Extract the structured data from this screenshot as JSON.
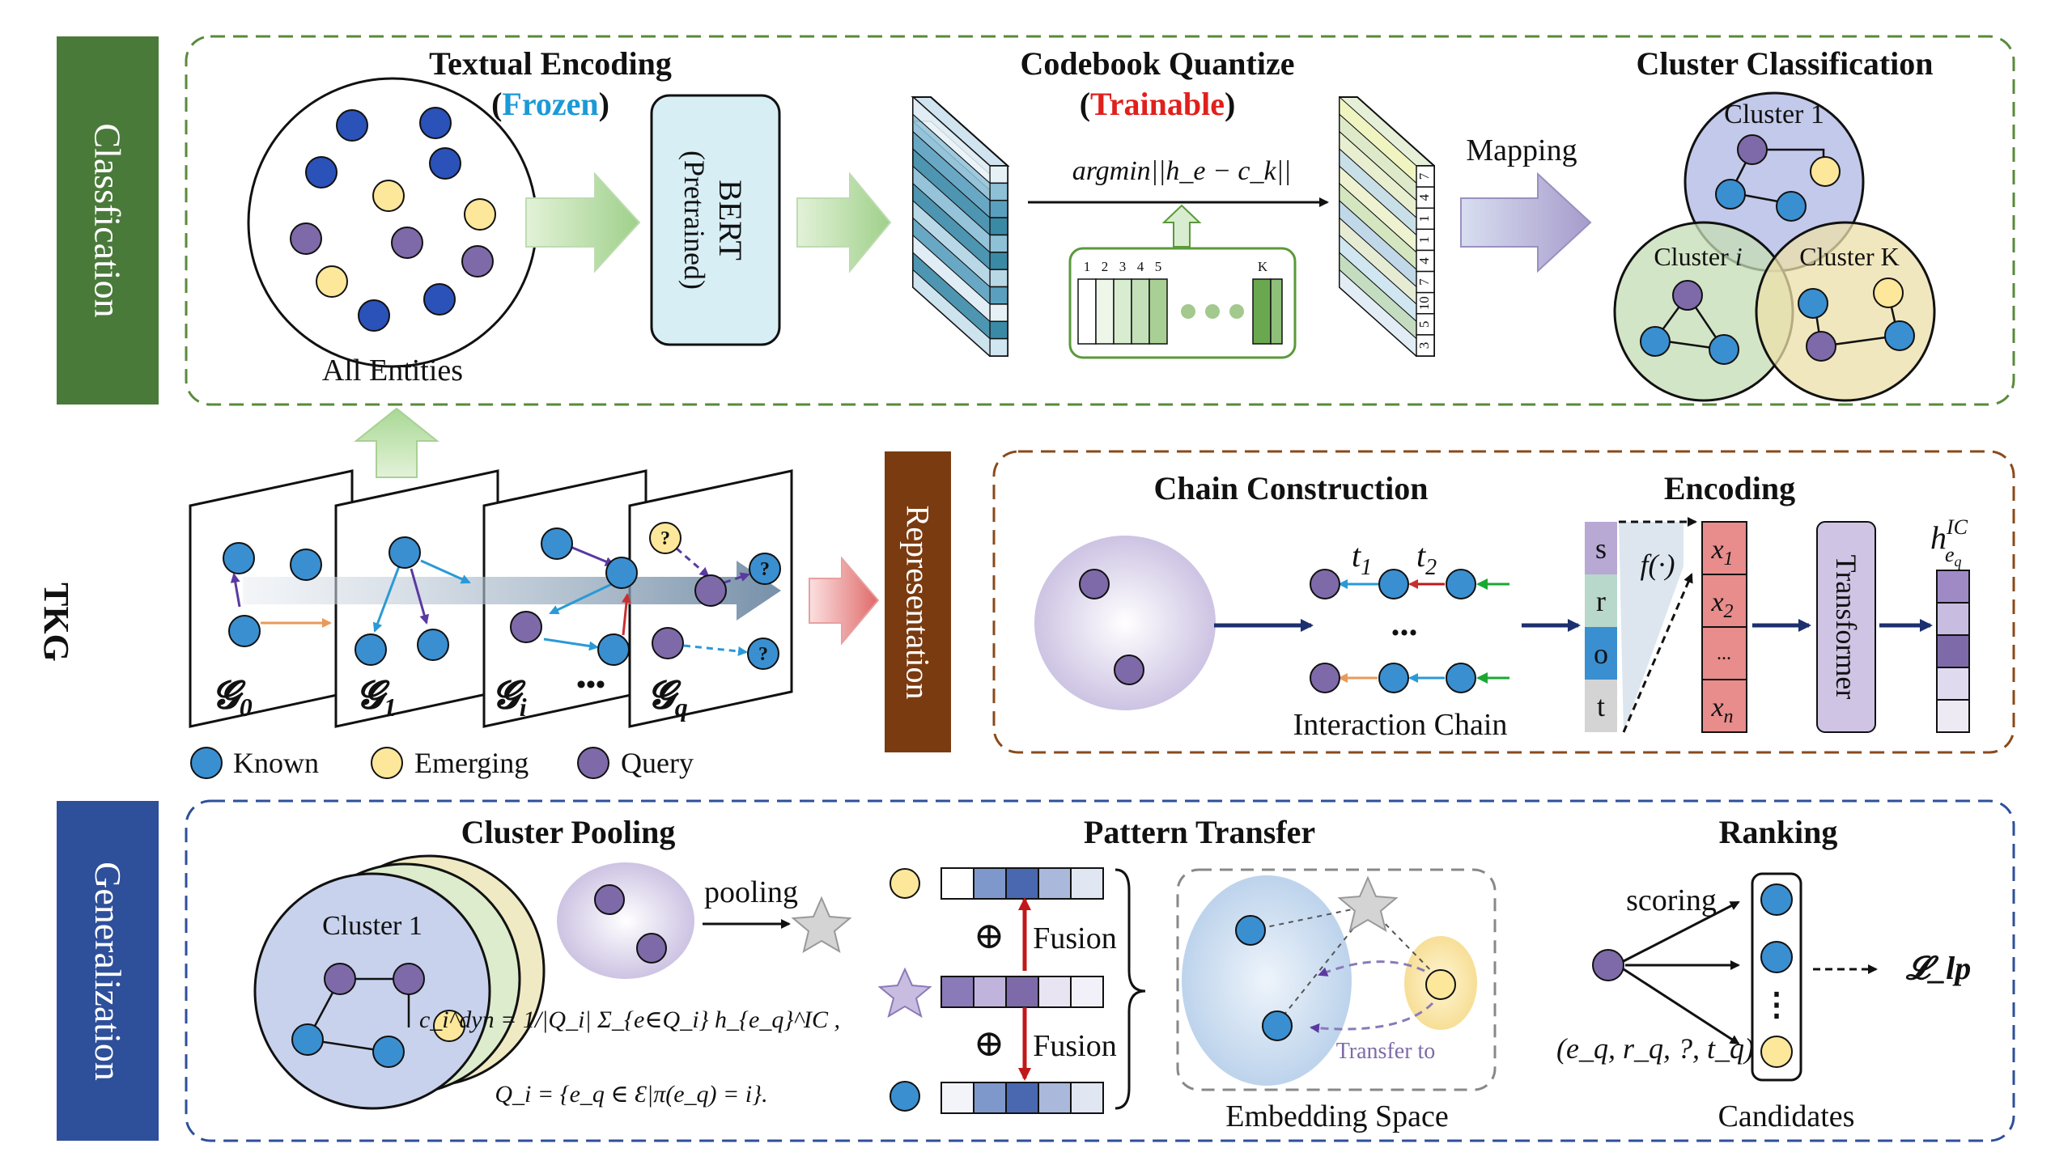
{
  "colors": {
    "known": "#3a8fd0",
    "emerging": "#fde79a",
    "query": "#7e6aa8",
    "dark_blue": "#2a52b8",
    "green_panel": "#4a7a3a",
    "brown_panel": "#7a3b10",
    "blue_panel": "#2e4f9a",
    "frozen": "#1a9ad6",
    "trainable": "#e0201c"
  },
  "side_labels": {
    "classification": "Classfication",
    "tkg": "TKG",
    "representation": "Representation",
    "generalization": "Generalization"
  },
  "classification": {
    "textual_encoding": "Textual Encoding",
    "frozen_open": "(",
    "frozen": "Frozen",
    "frozen_close": ")",
    "all_entities": "All Entities",
    "bert": "BERT",
    "pretrained": "(Pretrained)",
    "codebook_quantize": "Codebook Quantize",
    "trainable_open": "(",
    "trainable": "Trainable",
    "trainable_close": ")",
    "argmin_formula": "argmin||h_e − c_k||",
    "codebook_indices": [
      "1",
      "2",
      "3",
      "4",
      "5"
    ],
    "codebook_last": "K",
    "codes_column": [
      "7",
      "4",
      "1",
      "1",
      "4",
      "7",
      "10",
      "5",
      "3"
    ],
    "mapping": "Mapping",
    "cluster_classification": "Cluster Classification",
    "cluster_1": "Cluster 1",
    "cluster_i": "Cluster i",
    "cluster_k": "Cluster K"
  },
  "tkg": {
    "graphs": [
      "𝓖",
      "𝓖",
      "𝓖",
      "𝓖"
    ],
    "graph_subs": [
      "0",
      "1",
      "i",
      "q"
    ],
    "ellipsis": "•••",
    "question": "?",
    "legend": {
      "known": "Known",
      "emerging": "Emerging",
      "query": "Query"
    }
  },
  "representation": {
    "chain_construction": "Chain Construction",
    "t1": "t",
    "t1_sub": "1",
    "t2": "t",
    "t2_sub": "2",
    "chain_dots": "...",
    "interaction_chain": "Interaction Chain",
    "encoding": "Encoding",
    "sort_letters": [
      "s",
      "r",
      "o",
      "t"
    ],
    "f_func": "f(·)",
    "x_cells": [
      "x",
      "x",
      "...",
      "x"
    ],
    "x_subs": [
      "1",
      "2",
      "",
      "n"
    ],
    "transformer": "Transformer",
    "h_label": "h",
    "h_sup": "IC",
    "h_sub": "e",
    "h_subsub": "q"
  },
  "generalization": {
    "cluster_pooling": "Cluster Pooling",
    "cluster_1": "Cluster 1",
    "pooling": "pooling",
    "formula1": "c_i^dyn = 1/|Q_i| Σ_{e∈Q_i} h_{e_q}^IC ,",
    "formula2": "Q_i = {e_q ∈ Ɛ|π(e_q) = i}.",
    "pattern_transfer": "Pattern Transfer",
    "fusion": "Fusion",
    "oplus": "⊕",
    "embedding_space": "Embedding Space",
    "transfer_to": "Transfer to",
    "ranking": "Ranking",
    "scoring": "scoring",
    "ranking_dots": "⋮",
    "query_tuple": "(e_q, r_q, ?, t_q)",
    "loss": "𝓛_lp",
    "candidates": "Candidates"
  }
}
